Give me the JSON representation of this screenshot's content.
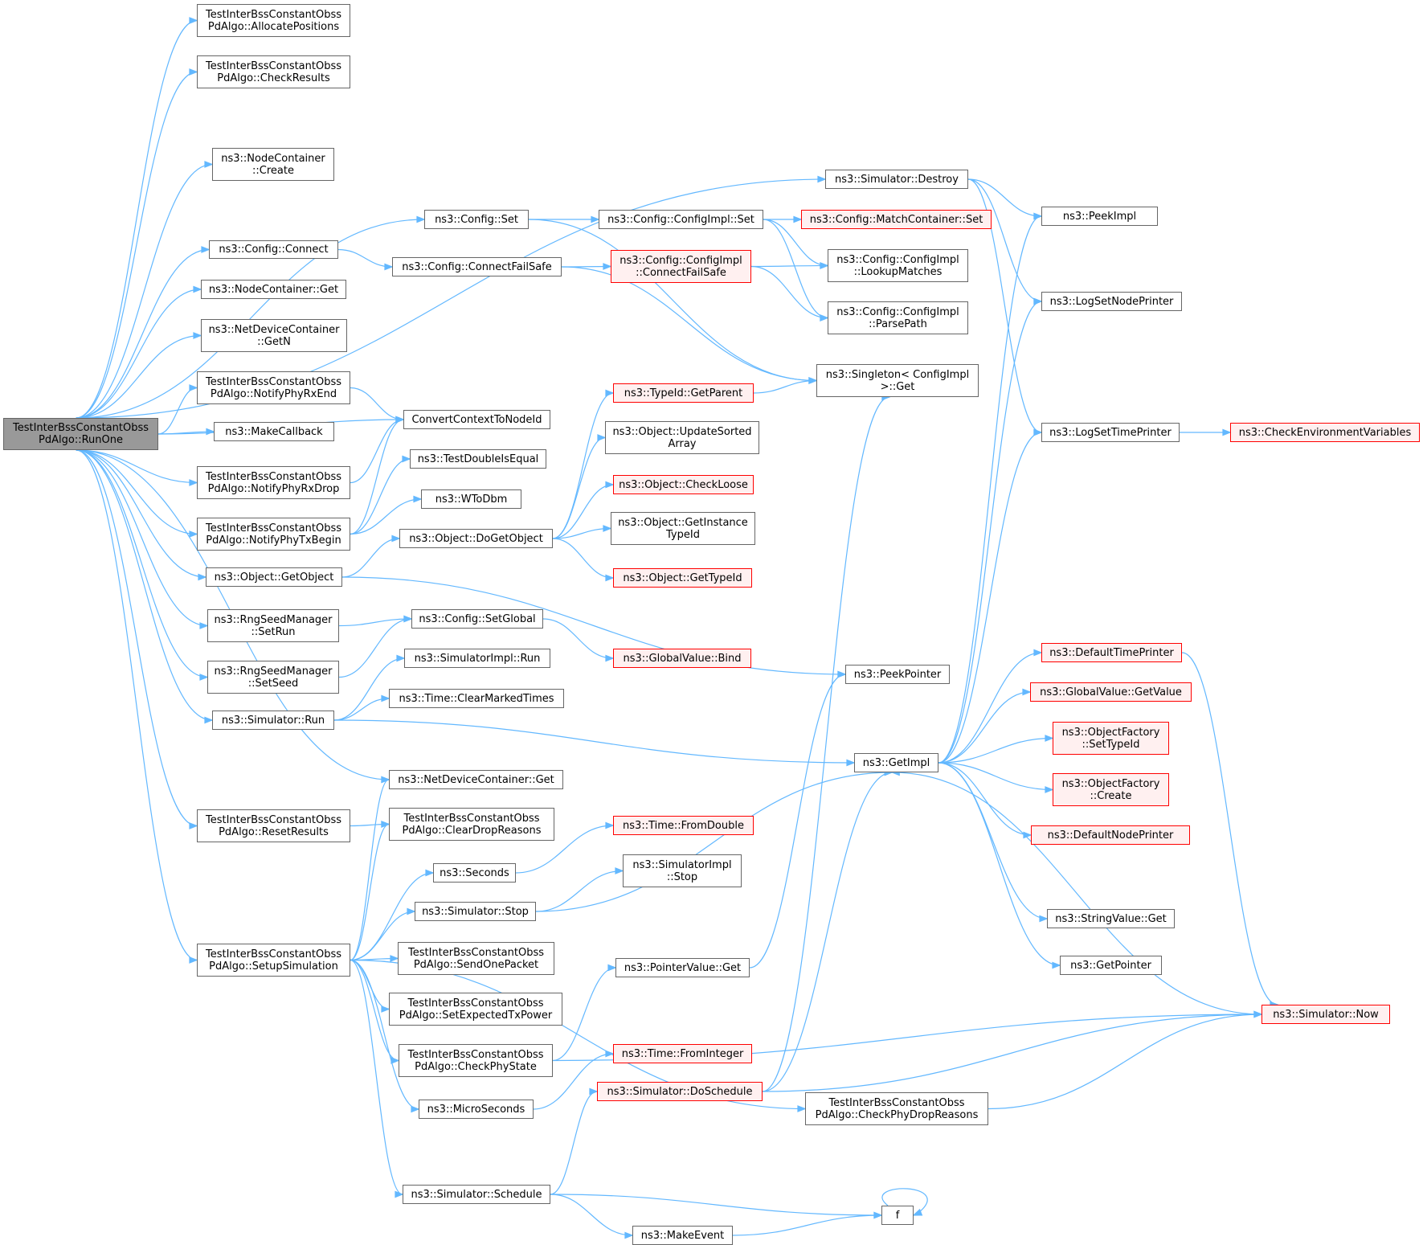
{
  "colors": {
    "edge": "#63b8ff",
    "focus_fill": "#999999",
    "node_border": "#666666",
    "red_border": "#ff0000",
    "red_fill": "#fff0f0"
  },
  "nodes": [
    {
      "id": "runone",
      "label": "TestInterBssConstantObss\nPdAlgo::RunOne",
      "style": "focus"
    },
    {
      "id": "allocpos",
      "label": "TestInterBssConstantObss\nPdAlgo::AllocatePositions"
    },
    {
      "id": "checkresults",
      "label": "TestInterBssConstantObss\nPdAlgo::CheckResults"
    },
    {
      "id": "nccreate",
      "label": "ns3::NodeContainer\n::Create"
    },
    {
      "id": "cfgset",
      "label": "ns3::Config::Set"
    },
    {
      "id": "cfgconnect",
      "label": "ns3::Config::Connect"
    },
    {
      "id": "ncget",
      "label": "ns3::NodeContainer::Get"
    },
    {
      "id": "ndcgetn",
      "label": "ns3::NetDeviceContainer\n::GetN"
    },
    {
      "id": "rxend",
      "label": "TestInterBssConstantObss\nPdAlgo::NotifyPhyRxEnd"
    },
    {
      "id": "makecb",
      "label": "ns3::MakeCallback"
    },
    {
      "id": "rxdrop",
      "label": "TestInterBssConstantObss\nPdAlgo::NotifyPhyRxDrop"
    },
    {
      "id": "txbegin",
      "label": "TestInterBssConstantObss\nPdAlgo::NotifyPhyTxBegin"
    },
    {
      "id": "getobject",
      "label": "ns3::Object::GetObject"
    },
    {
      "id": "setrun",
      "label": "ns3::RngSeedManager\n::SetRun"
    },
    {
      "id": "setseed",
      "label": "ns3::RngSeedManager\n::SetSeed"
    },
    {
      "id": "simrun",
      "label": "ns3::Simulator::Run"
    },
    {
      "id": "resetresults",
      "label": "TestInterBssConstantObss\nPdAlgo::ResetResults"
    },
    {
      "id": "setupsim",
      "label": "TestInterBssConstantObss\nPdAlgo::SetupSimulation"
    },
    {
      "id": "connectfs",
      "label": "ns3::Config::ConnectFailSafe"
    },
    {
      "id": "convctx",
      "label": "ConvertContextToNodeId"
    },
    {
      "id": "testdbl",
      "label": "ns3::TestDoubleIsEqual"
    },
    {
      "id": "wtodbm",
      "label": "ns3::WToDbm"
    },
    {
      "id": "dogetobj",
      "label": "ns3::Object::DoGetObject"
    },
    {
      "id": "setglobal",
      "label": "ns3::Config::SetGlobal"
    },
    {
      "id": "simimplrun",
      "label": "ns3::SimulatorImpl::Run"
    },
    {
      "id": "clearmarked",
      "label": "ns3::Time::ClearMarkedTimes"
    },
    {
      "id": "ndcget",
      "label": "ns3::NetDeviceContainer::Get"
    },
    {
      "id": "cleardrop",
      "label": "TestInterBssConstantObss\nPdAlgo::ClearDropReasons"
    },
    {
      "id": "seconds",
      "label": "ns3::Seconds"
    },
    {
      "id": "simstop",
      "label": "ns3::Simulator::Stop"
    },
    {
      "id": "sendone",
      "label": "TestInterBssConstantObss\nPdAlgo::SendOnePacket"
    },
    {
      "id": "setexptx",
      "label": "TestInterBssConstantObss\nPdAlgo::SetExpectedTxPower"
    },
    {
      "id": "checkphy",
      "label": "TestInterBssConstantObss\nPdAlgo::CheckPhyState"
    },
    {
      "id": "micros",
      "label": "ns3::MicroSeconds"
    },
    {
      "id": "schedule",
      "label": "ns3::Simulator::Schedule"
    },
    {
      "id": "makeevent",
      "label": "ns3::MakeEvent"
    },
    {
      "id": "destroy",
      "label": "ns3::Simulator::Destroy"
    },
    {
      "id": "cfgimplset",
      "label": "ns3::Config::ConfigImpl::Set"
    },
    {
      "id": "cfgimplcfs",
      "label": "ns3::Config::ConfigImpl\n::ConnectFailSafe",
      "style": "red"
    },
    {
      "id": "getparent",
      "label": "ns3::TypeId::GetParent",
      "style": "red"
    },
    {
      "id": "updsorted",
      "label": "ns3::Object::UpdateSorted\nArray"
    },
    {
      "id": "checkloose",
      "label": "ns3::Object::CheckLoose",
      "style": "red"
    },
    {
      "id": "getinsttid",
      "label": "ns3::Object::GetInstance\nTypeId"
    },
    {
      "id": "gettypeid",
      "label": "ns3::Object::GetTypeId",
      "style": "red"
    },
    {
      "id": "gvbind",
      "label": "ns3::GlobalValue::Bind",
      "style": "red"
    },
    {
      "id": "fromdouble",
      "label": "ns3::Time::FromDouble",
      "style": "red"
    },
    {
      "id": "simimplstop",
      "label": "ns3::SimulatorImpl\n::Stop"
    },
    {
      "id": "pvget",
      "label": "ns3::PointerValue::Get"
    },
    {
      "id": "frominteger",
      "label": "ns3::Time::FromInteger",
      "style": "red"
    },
    {
      "id": "doschedule",
      "label": "ns3::Simulator::DoSchedule",
      "style": "red"
    },
    {
      "id": "matchset",
      "label": "ns3::Config::MatchContainer::Set",
      "style": "red"
    },
    {
      "id": "lookup",
      "label": "ns3::Config::ConfigImpl\n::LookupMatches"
    },
    {
      "id": "parsepath",
      "label": "ns3::Config::ConfigImpl\n::ParsePath"
    },
    {
      "id": "singleton",
      "label": "ns3::Singleton< ConfigImpl\n>::Get"
    },
    {
      "id": "peekpointer",
      "label": "ns3::PeekPointer"
    },
    {
      "id": "getimpl",
      "label": "ns3::GetImpl"
    },
    {
      "id": "checkdrop",
      "label": "TestInterBssConstantObss\nPdAlgo::CheckPhyDropReasons"
    },
    {
      "id": "f",
      "label": "f"
    },
    {
      "id": "peekimpl",
      "label": "ns3::PeekImpl"
    },
    {
      "id": "lognode",
      "label": "ns3::LogSetNodePrinter"
    },
    {
      "id": "logtime",
      "label": "ns3::LogSetTimePrinter"
    },
    {
      "id": "checkenv",
      "label": "ns3::CheckEnvironmentVariables",
      "style": "red"
    },
    {
      "id": "deftime",
      "label": "ns3::DefaultTimePrinter",
      "style": "red"
    },
    {
      "id": "gvgetvalue",
      "label": "ns3::GlobalValue::GetValue",
      "style": "red"
    },
    {
      "id": "ofsettype",
      "label": "ns3::ObjectFactory\n::SetTypeId",
      "style": "red"
    },
    {
      "id": "ofcreate",
      "label": "ns3::ObjectFactory\n::Create",
      "style": "red"
    },
    {
      "id": "defnode",
      "label": "ns3::DefaultNodePrinter",
      "style": "red"
    },
    {
      "id": "svget",
      "label": "ns3::StringValue::Get"
    },
    {
      "id": "getpointer",
      "label": "ns3::GetPointer"
    },
    {
      "id": "now",
      "label": "ns3::Simulator::Now",
      "style": "red"
    }
  ],
  "edges": [
    [
      "runone",
      "allocpos"
    ],
    [
      "runone",
      "checkresults"
    ],
    [
      "runone",
      "nccreate"
    ],
    [
      "runone",
      "cfgset"
    ],
    [
      "runone",
      "cfgconnect"
    ],
    [
      "runone",
      "ncget"
    ],
    [
      "runone",
      "ndcgetn"
    ],
    [
      "runone",
      "rxend"
    ],
    [
      "runone",
      "makecb"
    ],
    [
      "runone",
      "rxdrop"
    ],
    [
      "runone",
      "txbegin"
    ],
    [
      "runone",
      "getobject"
    ],
    [
      "runone",
      "setrun"
    ],
    [
      "runone",
      "setseed"
    ],
    [
      "runone",
      "simrun"
    ],
    [
      "runone",
      "resetresults"
    ],
    [
      "runone",
      "setupsim"
    ],
    [
      "runone",
      "destroy"
    ],
    [
      "runone",
      "convctx"
    ],
    [
      "runone",
      "ndcget"
    ],
    [
      "cfgset",
      "cfgimplset"
    ],
    [
      "cfgset",
      "singleton"
    ],
    [
      "cfgconnect",
      "connectfs"
    ],
    [
      "connectfs",
      "cfgimplcfs"
    ],
    [
      "connectfs",
      "singleton"
    ],
    [
      "cfgimplset",
      "matchset"
    ],
    [
      "cfgimplset",
      "lookup"
    ],
    [
      "cfgimplset",
      "parsepath"
    ],
    [
      "cfgimplcfs",
      "lookup"
    ],
    [
      "cfgimplcfs",
      "parsepath"
    ],
    [
      "rxend",
      "convctx"
    ],
    [
      "rxdrop",
      "convctx"
    ],
    [
      "txbegin",
      "convctx"
    ],
    [
      "txbegin",
      "testdbl"
    ],
    [
      "txbegin",
      "wtodbm"
    ],
    [
      "getobject",
      "dogetobj"
    ],
    [
      "getobject",
      "peekpointer"
    ],
    [
      "dogetobj",
      "getparent"
    ],
    [
      "dogetobj",
      "updsorted"
    ],
    [
      "dogetobj",
      "checkloose"
    ],
    [
      "dogetobj",
      "getinsttid"
    ],
    [
      "dogetobj",
      "gettypeid"
    ],
    [
      "getparent",
      "singleton"
    ],
    [
      "setrun",
      "setglobal"
    ],
    [
      "setseed",
      "setglobal"
    ],
    [
      "setglobal",
      "gvbind"
    ],
    [
      "simrun",
      "simimplrun"
    ],
    [
      "simrun",
      "clearmarked"
    ],
    [
      "simrun",
      "getimpl"
    ],
    [
      "resetresults",
      "cleardrop"
    ],
    [
      "setupsim",
      "ndcget"
    ],
    [
      "setupsim",
      "cleardrop"
    ],
    [
      "setupsim",
      "seconds"
    ],
    [
      "setupsim",
      "simstop"
    ],
    [
      "setupsim",
      "sendone"
    ],
    [
      "setupsim",
      "setexptx"
    ],
    [
      "setupsim",
      "checkphy"
    ],
    [
      "setupsim",
      "micros"
    ],
    [
      "setupsim",
      "schedule"
    ],
    [
      "setupsim",
      "checkdrop"
    ],
    [
      "seconds",
      "fromdouble"
    ],
    [
      "simstop",
      "simimplstop"
    ],
    [
      "simstop",
      "getimpl"
    ],
    [
      "checkphy",
      "pvget"
    ],
    [
      "checkphy",
      "now"
    ],
    [
      "pvget",
      "peekpointer"
    ],
    [
      "micros",
      "frominteger"
    ],
    [
      "schedule",
      "doschedule"
    ],
    [
      "schedule",
      "f"
    ],
    [
      "schedule",
      "makeevent"
    ],
    [
      "makeevent",
      "f"
    ],
    [
      "f",
      "f"
    ],
    [
      "doschedule",
      "singleton"
    ],
    [
      "doschedule",
      "getimpl"
    ],
    [
      "doschedule",
      "now"
    ],
    [
      "checkdrop",
      "now"
    ],
    [
      "destroy",
      "peekimpl"
    ],
    [
      "destroy",
      "lognode"
    ],
    [
      "destroy",
      "logtime"
    ],
    [
      "logtime",
      "checkenv"
    ],
    [
      "getimpl",
      "peekimpl"
    ],
    [
      "getimpl",
      "lognode"
    ],
    [
      "getimpl",
      "logtime"
    ],
    [
      "getimpl",
      "deftime"
    ],
    [
      "getimpl",
      "gvgetvalue"
    ],
    [
      "getimpl",
      "ofsettype"
    ],
    [
      "getimpl",
      "ofcreate"
    ],
    [
      "getimpl",
      "defnode"
    ],
    [
      "getimpl",
      "svget"
    ],
    [
      "getimpl",
      "getpointer"
    ],
    [
      "deftime",
      "now"
    ],
    [
      "now",
      "getimpl"
    ]
  ]
}
